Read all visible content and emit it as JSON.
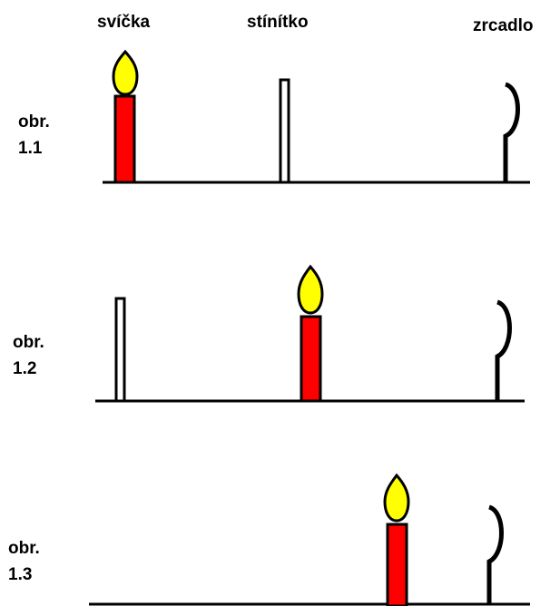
{
  "headers": {
    "candle": "svíčka",
    "screen": "stínítko",
    "mirror": "zrcadlo"
  },
  "figures": [
    {
      "label_line1": "obr.",
      "label_line2": "1.1"
    },
    {
      "label_line1": "obr.",
      "label_line2": "1.2"
    },
    {
      "label_line1": "obr.",
      "label_line2": "1.3"
    }
  ],
  "colors": {
    "candle_body": "#ff0000",
    "flame": "#ffff00",
    "outline": "#000000",
    "screen_fill": "#ffffff"
  }
}
